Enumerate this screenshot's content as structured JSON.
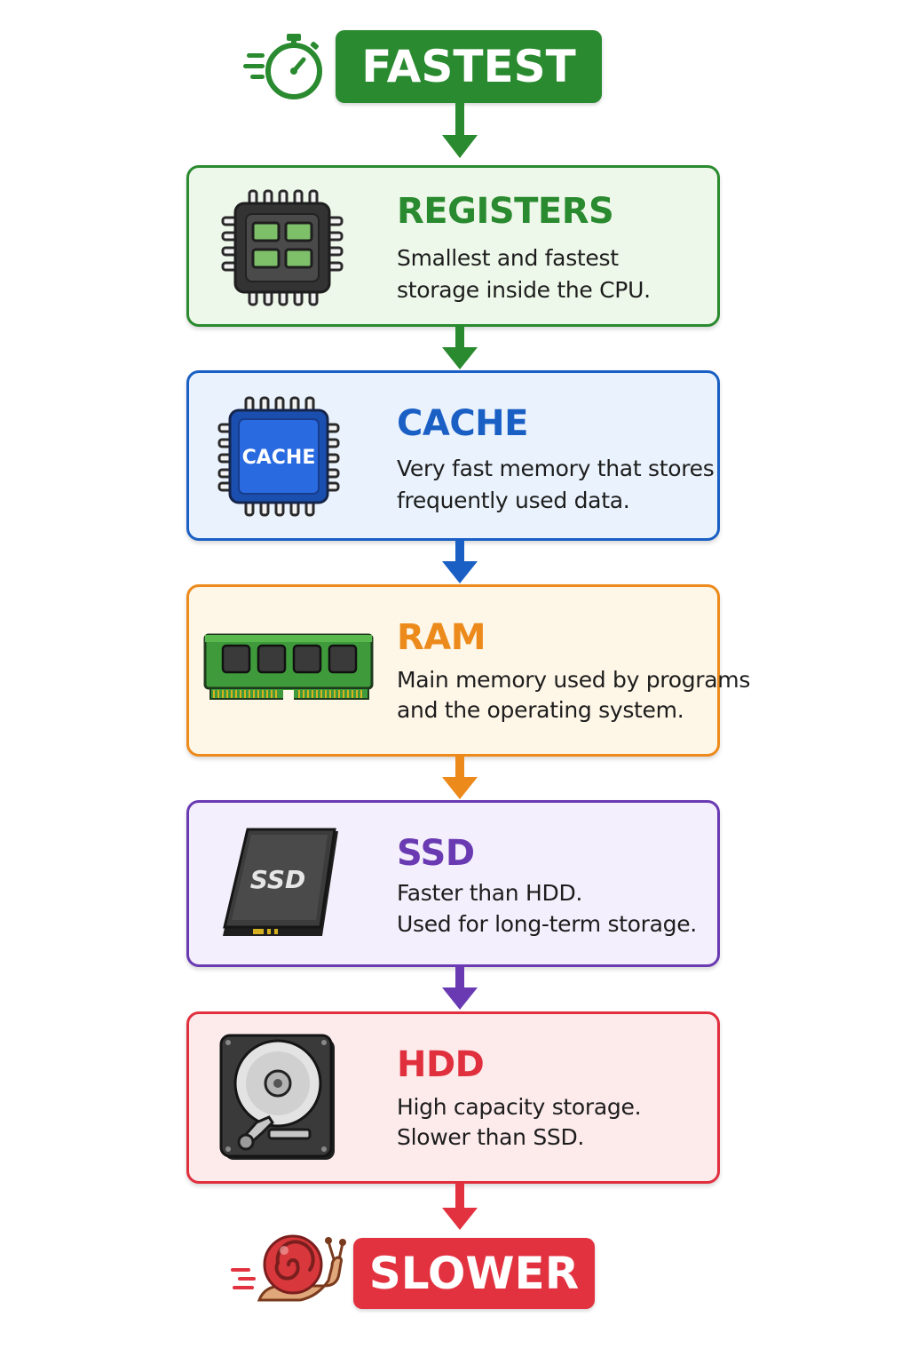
{
  "top_badge": {
    "label": "FASTEST",
    "color": "#2a8a2f",
    "icon": "stopwatch-icon"
  },
  "bottom_badge": {
    "label": "SLOWER",
    "color": "#e23240",
    "icon": "snail-icon"
  },
  "levels": [
    {
      "title": "REGISTERS",
      "desc": [
        "Smallest and fastest",
        "storage inside the CPU."
      ],
      "color": "#2a8a2f",
      "bg": "#eef8ea",
      "icon": "cpu-chip-icon"
    },
    {
      "title": "CACHE",
      "desc": [
        "Very fast memory that stores",
        "frequently used data."
      ],
      "color": "#1a5fc4",
      "bg": "#eaf3fd",
      "icon": "cache-chip-icon",
      "icon_label": "CACHE"
    },
    {
      "title": "RAM",
      "desc": [
        "Main memory used by programs",
        "and the operating system."
      ],
      "color": "#ec8a1c",
      "bg": "#fef6e7",
      "icon": "ram-module-icon"
    },
    {
      "title": "SSD",
      "desc": [
        "Faster than HDD.",
        "Used for long-term storage."
      ],
      "color": "#6a3ab2",
      "bg": "#f4effc",
      "icon": "ssd-drive-icon",
      "icon_label": "SSD"
    },
    {
      "title": "HDD",
      "desc": [
        "High capacity storage.",
        "Slower than SSD."
      ],
      "color": "#e0303e",
      "bg": "#fdebec",
      "icon": "hard-disk-icon"
    }
  ]
}
